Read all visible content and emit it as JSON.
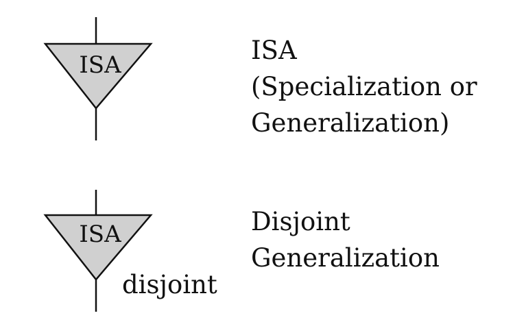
{
  "diagram": {
    "symbols": [
      {
        "triangle_text": "ISA",
        "description_lines": [
          "ISA",
          "(Specialization or",
          "Generalization)"
        ]
      },
      {
        "triangle_text": "ISA",
        "constraint_label": "disjoint",
        "description_lines": [
          "Disjoint",
          "Generalization"
        ]
      }
    ],
    "colors": {
      "triangle_fill": "#d0d0d0",
      "stroke": "#111111",
      "text": "#111111",
      "background": "#ffffff"
    }
  }
}
